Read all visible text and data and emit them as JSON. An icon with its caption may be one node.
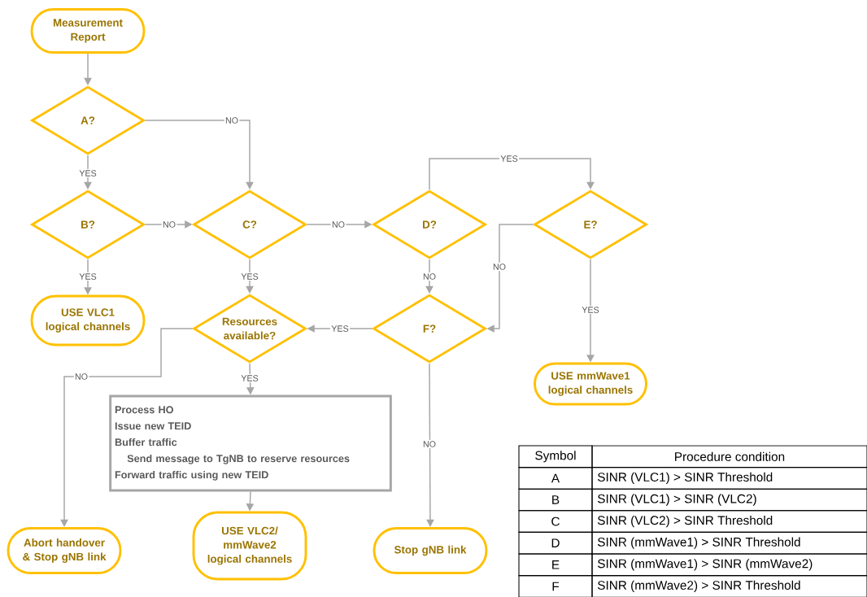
{
  "diagram": {
    "nodes": [
      {
        "text": [
          "Measurement Report"
        ]
      },
      {
        "text": [
          "A?"
        ]
      },
      {
        "text": [
          "B?"
        ]
      },
      {
        "text": [
          "C?"
        ]
      },
      {
        "text": [
          "D?"
        ]
      },
      {
        "text": [
          "E?"
        ]
      },
      {
        "text": [
          "USE VLC1 logical channels"
        ]
      },
      {
        "text": [
          "Resources available?"
        ]
      },
      {
        "text": [
          "F?"
        ]
      },
      {
        "text": [
          "USE mmWave1 logical channels"
        ]
      },
      {
        "text": [
          "Process HO",
          "Issue new TEID",
          "Buffer traffic",
          "Send message to TgNB to reserve resources",
          "Forward traffic using new TEID"
        ]
      },
      {
        "text": [
          "Abort handover & Stop gNB link"
        ]
      },
      {
        "text": [
          "USE VLC2/ mmWave2 logical channels"
        ]
      },
      {
        "text": [
          "Stop gNB link"
        ]
      }
    ],
    "edges": [
      {
        "from": 0,
        "to": 1,
        "arrow": "to"
      },
      {
        "from": 1,
        "to": 2,
        "arrow": "to",
        "label": "YES"
      },
      {
        "from": 1,
        "to": 3,
        "arrow": "to",
        "label": "NO"
      },
      {
        "from": 2,
        "to": 3,
        "arrow": "to",
        "label": "NO"
      },
      {
        "from": 2,
        "to": 6,
        "arrow": "to",
        "label": "YES"
      },
      {
        "from": 3,
        "to": 4,
        "arrow": "to",
        "label": "NO"
      },
      {
        "from": 3,
        "to": 7,
        "arrow": "to",
        "label": "YES"
      },
      {
        "from": 4,
        "to": 5,
        "arrow": "to",
        "label": "YES"
      },
      {
        "from": 4,
        "to": 8,
        "arrow": "to",
        "label": "NO"
      },
      {
        "from": 5,
        "to": 8,
        "arrow": "to",
        "label": "NO"
      },
      {
        "from": 5,
        "to": 9,
        "arrow": "to",
        "label": "YES"
      },
      {
        "from": 8,
        "to": 7,
        "arrow": "to",
        "label": "YES"
      },
      {
        "from": 7,
        "to": 11,
        "arrow": "to",
        "label": "NO"
      },
      {
        "from": 7,
        "to": 10,
        "arrow": "to",
        "label": "YES"
      },
      {
        "from": 10,
        "to": 12,
        "arrow": "to"
      },
      {
        "from": 8,
        "to": 13,
        "arrow": "to",
        "label": "NO"
      }
    ],
    "labels": [
      "Symbol",
      "Procedure condition",
      "A",
      "SINR (VLC1) > SINR Threshold",
      "B",
      "SINR (VLC1) > SINR (VLC2)",
      "C",
      "SINR (VLC2) > SINR Threshold",
      "D",
      "SINR (mmWave1) > SINR Threshold",
      "E",
      "SINR (mmWave1) > SINR (mmWave2)",
      "F",
      "SINR (mmWave2) > SINR Threshold"
    ]
  }
}
